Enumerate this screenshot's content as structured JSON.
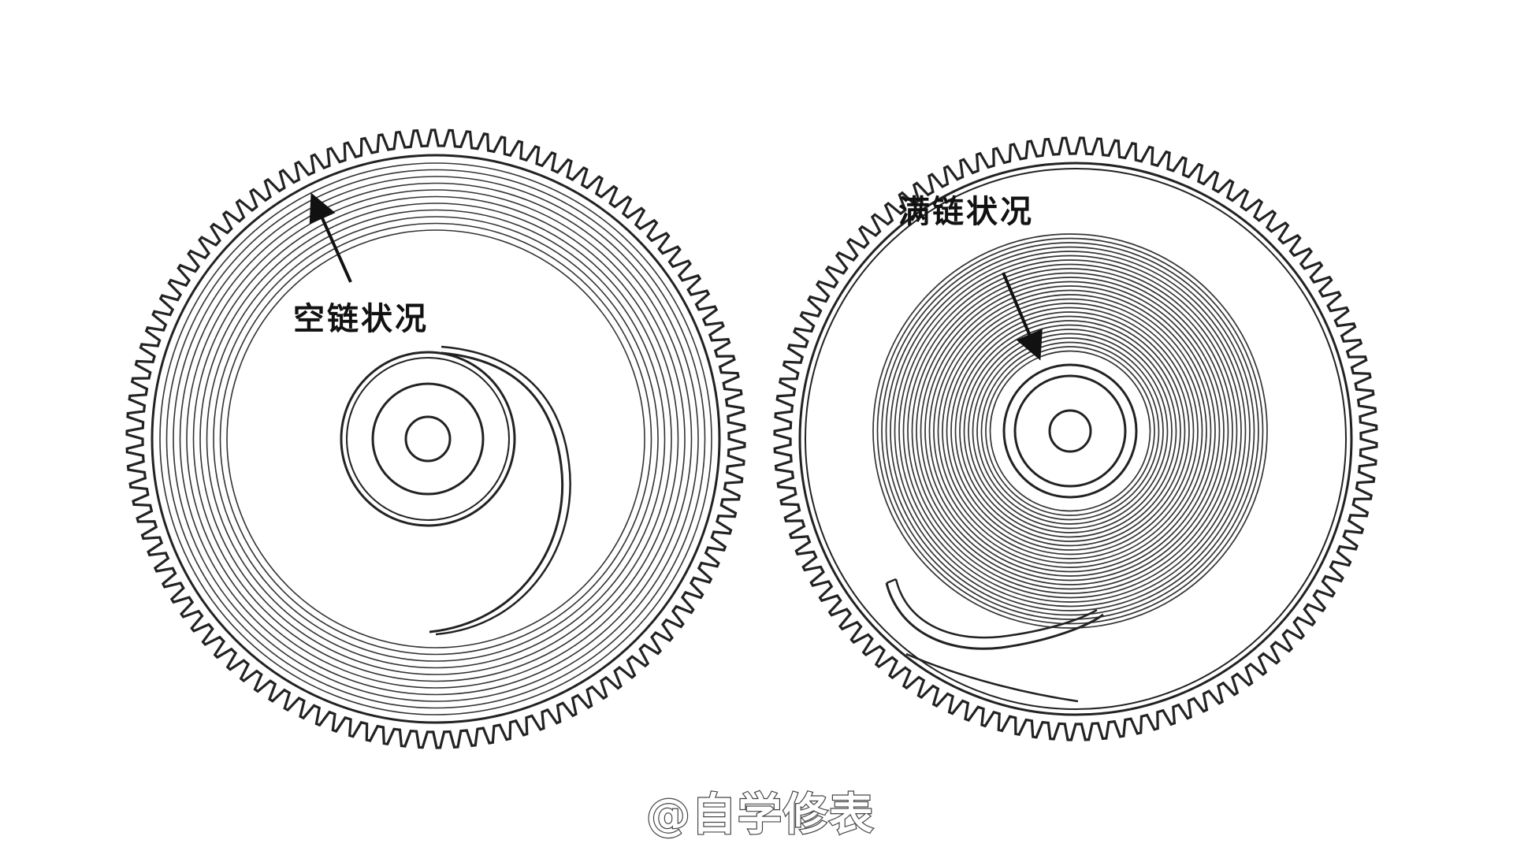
{
  "labels": {
    "empty_state": "空链状况",
    "full_state": "满链状况"
  },
  "watermark": "@自学修表",
  "colors": {
    "background": "#ffffff",
    "line": "#222222"
  }
}
